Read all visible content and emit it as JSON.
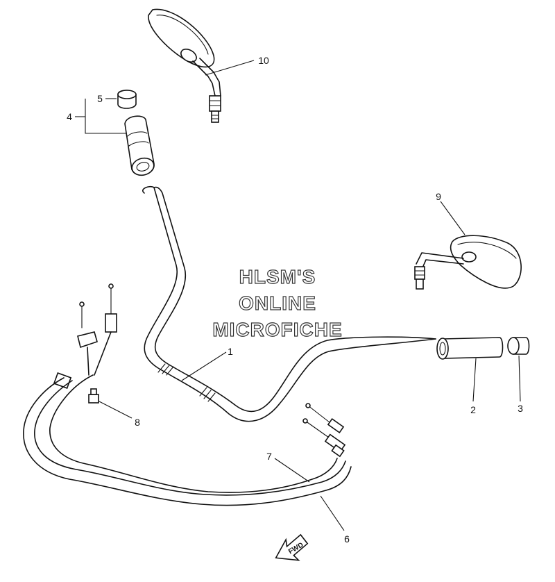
{
  "watermark": {
    "line1": "HLSM'S",
    "line2": "ONLINE",
    "line3": "MICROFICHE"
  },
  "fwd_label": "FWD",
  "callouts": {
    "part_1": "1",
    "part_2": "2",
    "part_3": "3",
    "part_4": "4",
    "part_5": "5",
    "part_6": "6",
    "part_7": "7",
    "part_8": "8",
    "part_9": "9",
    "part_10": "10"
  }
}
